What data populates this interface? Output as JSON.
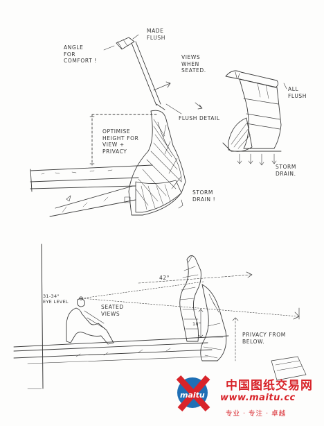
{
  "annotations": {
    "angle_for_comfort": "ANGLE\nFOR\nCOMFORT !",
    "made_flush": "MADE\nFLUSH",
    "views_when_seated": "VIEWS\nWHEN\nSEATED.",
    "optimise_height": "OPTIMISE\nHEIGHT FOR\nVIEW +\nPRIVACY",
    "flush_detail": "FLUSH DETAIL",
    "all_flush": "ALL\nFLUSH",
    "storm_drain_top": "STORM\nDRAIN !",
    "storm_drain_right": "STORM\nDRAIN.",
    "angle_42": "42°",
    "eye_level": "31-34\"\nEYE LEVEL",
    "seated_views": "SEATED\nVIEWS",
    "height_18": "18\"",
    "privacy_from_below": "PRIVACY FROM\nBELOW."
  },
  "watermark": {
    "logo_text": "maitu",
    "chinese_title": "中国图纸交易网",
    "url": "www.maitu.cc",
    "slogan": "专业 · 专注 · 卓越",
    "colors": {
      "red": "#d8242a",
      "blue": "#1f6fb5",
      "ink": "#333333"
    }
  }
}
